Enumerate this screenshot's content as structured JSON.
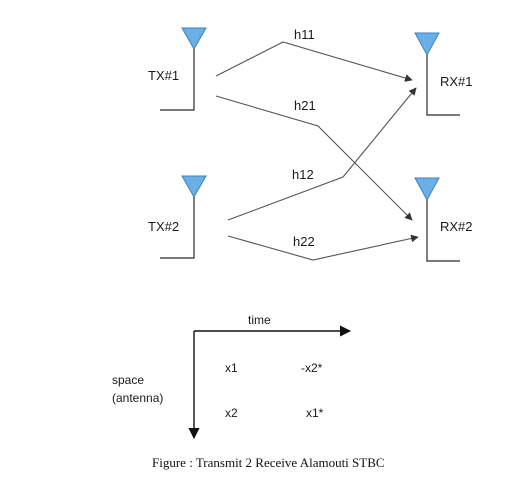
{
  "transmitters": [
    {
      "label": "TX#1"
    },
    {
      "label": "TX#2"
    }
  ],
  "receivers": [
    {
      "label": "RX#1"
    },
    {
      "label": "RX#2"
    }
  ],
  "channels": [
    {
      "label": "h11"
    },
    {
      "label": "h21"
    },
    {
      "label": "h12"
    },
    {
      "label": "h22"
    }
  ],
  "axes": {
    "time_label": "time",
    "space_label_line1": "space",
    "space_label_line2": "(antenna)"
  },
  "symbol_grid": {
    "row1": [
      "x1",
      "-x2*"
    ],
    "row2": [
      "x2",
      "x1*"
    ]
  },
  "caption": "Figure : Transmit  2 Receive  Alamouti  STBC",
  "colors": {
    "antenna_fill": "#6ab0e6",
    "antenna_stroke": "#3c82c0"
  }
}
